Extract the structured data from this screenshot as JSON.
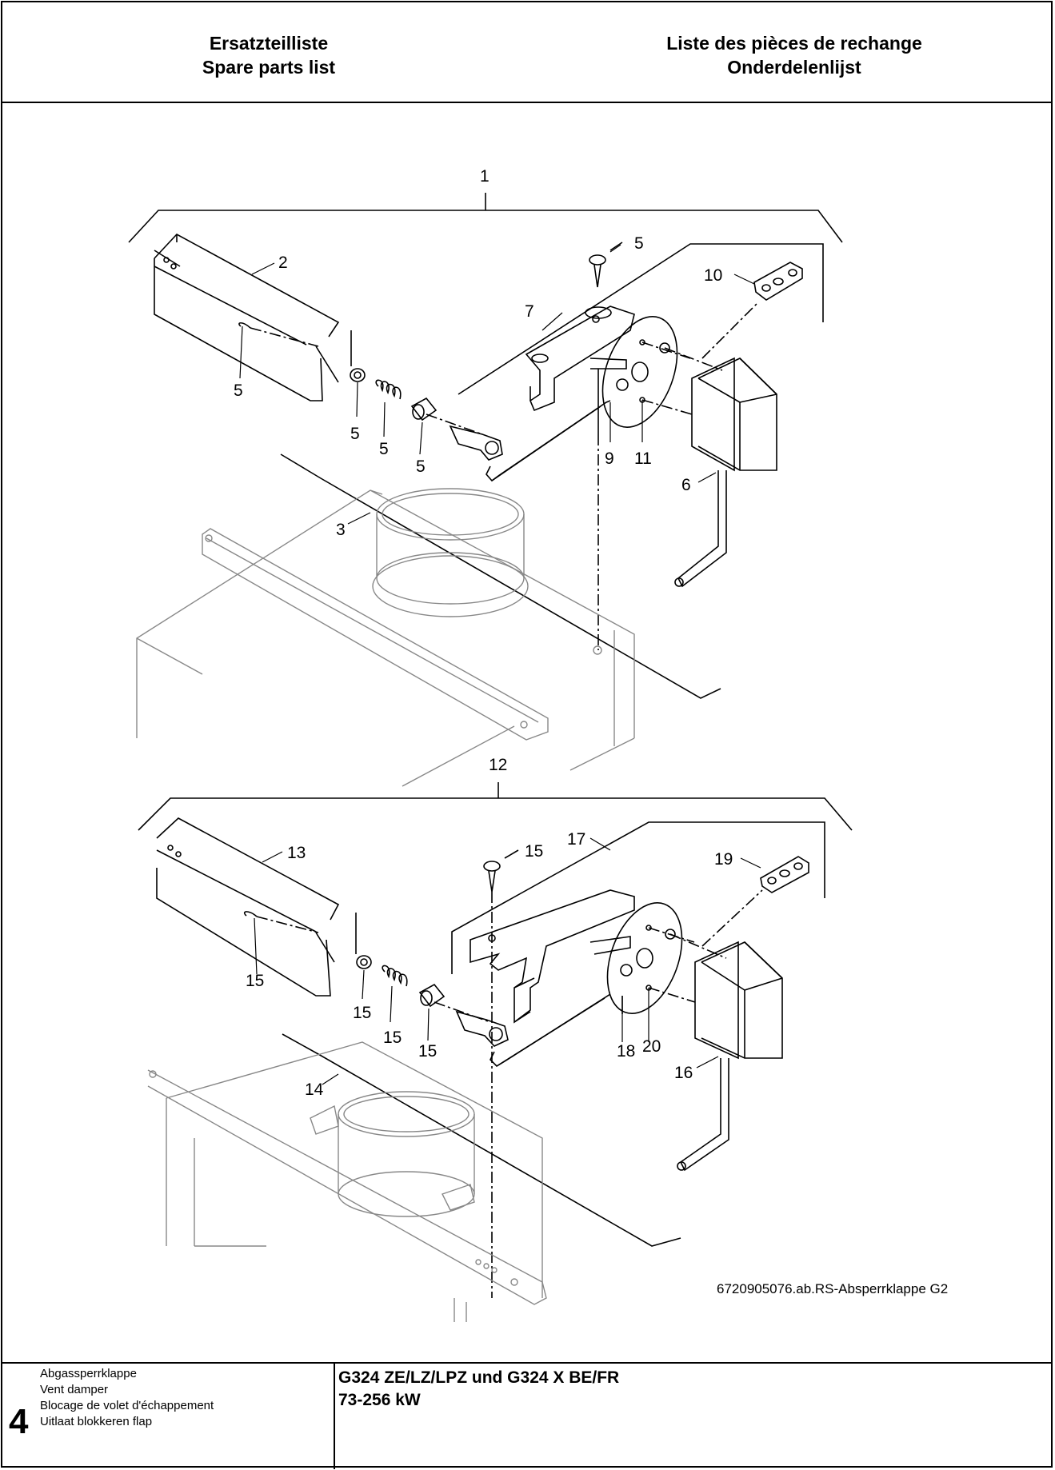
{
  "header": {
    "left_line1": "Ersatzteilliste",
    "left_line2": "Spare parts list",
    "right_line1": "Liste des pièces de rechange",
    "right_line2": "Onderdelenlijst"
  },
  "drawing": {
    "callouts_top": {
      "c1": "1",
      "c2": "2",
      "c3": "3",
      "c5a": "5",
      "c5b": "5",
      "c5c": "5",
      "c5d": "5",
      "c5e": "5",
      "c6": "6",
      "c7": "7",
      "c9": "9",
      "c10": "10",
      "c11": "11"
    },
    "callouts_bottom": {
      "c12": "12",
      "c13": "13",
      "c14": "14",
      "c15a": "15",
      "c15b": "15",
      "c15c": "15",
      "c15d": "15",
      "c15e": "15",
      "c16": "16",
      "c17": "17",
      "c18": "18",
      "c19": "19",
      "c20": "20"
    },
    "caption": "6720905076.ab.RS-Absperrklappe G2"
  },
  "footer": {
    "page_number": "4",
    "titles": [
      "Abgassperrklappe",
      "Vent damper",
      "Blocage de volet d'échappement",
      "Uitlaat blokkeren flap"
    ],
    "model_line1": "G324 ZE/LZ/LPZ und G324 X BE/FR",
    "model_line2": "73-256 kW"
  }
}
